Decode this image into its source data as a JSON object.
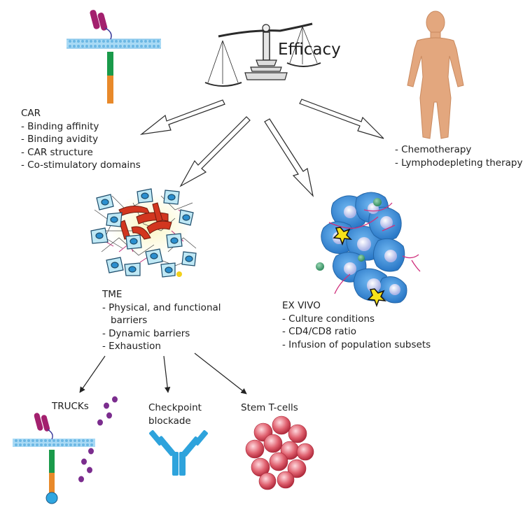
{
  "title": "Efficacy",
  "car": {
    "heading": "CAR",
    "items": [
      "- Binding affinity",
      "- Binding avidity",
      "- CAR structure",
      "- Co-stimulatory domains"
    ]
  },
  "host": {
    "items": [
      "- Chemotherapy",
      "- Lymphodepleting therapy"
    ]
  },
  "tme": {
    "heading": "TME",
    "items": [
      "- Physical, and functional",
      "barriers",
      "- Dynamic barriers",
      "- Exhaustion"
    ]
  },
  "exvivo": {
    "heading": "EX VIVO",
    "items": [
      "- Culture conditions",
      "- CD4/CD8 ratio",
      "- Infusion of population subsets"
    ]
  },
  "strategies": {
    "trucks": "TRUCKs",
    "checkpoint": [
      "Checkpoint",
      "blockade"
    ],
    "stem": "Stem  T-cells"
  },
  "colors": {
    "membrane": "#9fd3f0",
    "car_hinge": "#1a9a4a",
    "car_tm": "#e8892a",
    "scfv": "#a3206e",
    "cell_blue": "#3d8fd9",
    "stem_red": "#d9435a",
    "antibody": "#2ea3dc",
    "skin": "#e3a77e",
    "cytokine": "#7b2d8e"
  },
  "icons": [
    "balance-scale-icon",
    "human-body-icon",
    "car-receptor-icon",
    "tumor-microenvironment-icon",
    "tumor-cells-icon",
    "antibody-icon",
    "stem-cells-icon"
  ]
}
